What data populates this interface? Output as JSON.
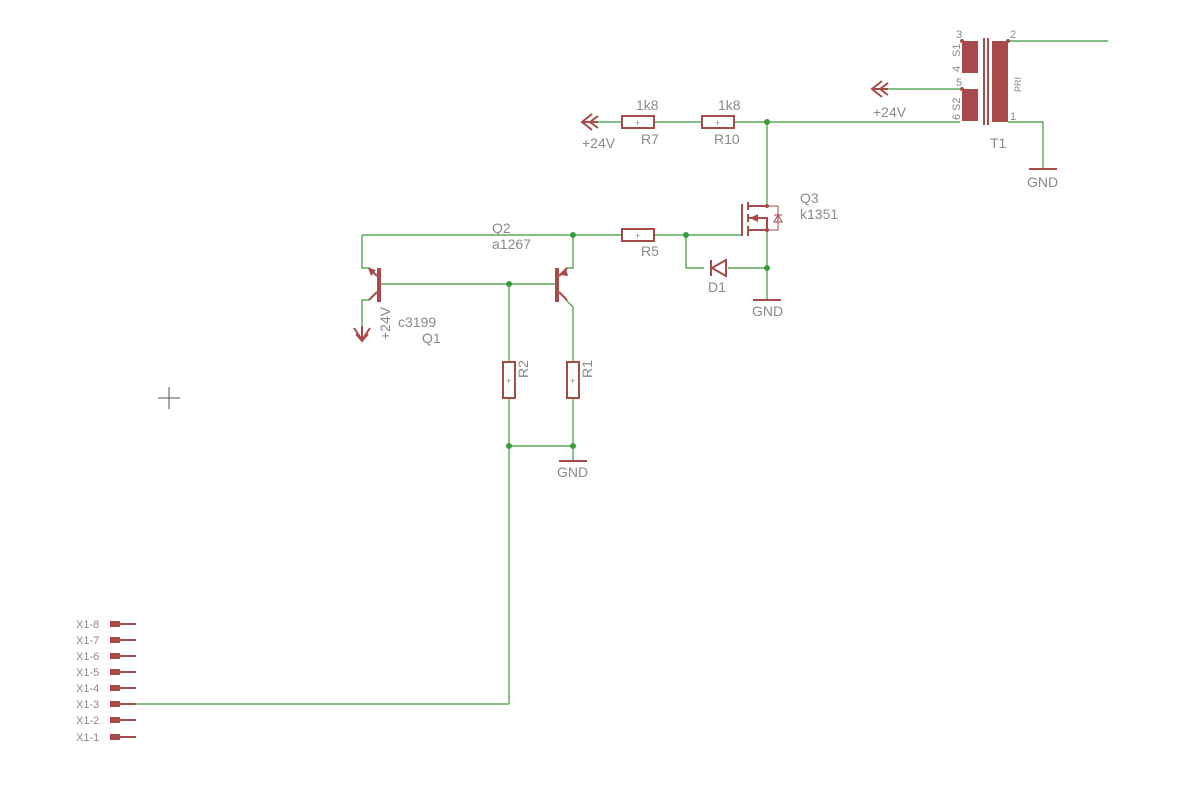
{
  "labels": {
    "r7_value": "1k8",
    "r7_name": "R7",
    "r10_value": "1k8",
    "r10_name": "R10",
    "supply_left": "+24V",
    "supply_top": "+24V",
    "t1_name": "T1",
    "t1_pri": "PRI",
    "t1_s1": "S1",
    "t1_s2": "S2",
    "t1_pin3": "3",
    "t1_pin4": "4",
    "t1_pin5": "5",
    "t1_pin6": "6",
    "t1_pin2": "2",
    "t1_pin1": "1",
    "gnd_t1": "GND",
    "q3_name": "Q3",
    "q3_value": "k1351",
    "q2_name": "Q2",
    "q2_value": "a1267",
    "r5_name": "R5",
    "d1_name": "D1",
    "gnd_q3": "GND",
    "q1_value": "c3199",
    "q1_name": "Q1",
    "supply_q1": "+24V",
    "r2_name": "R2",
    "r1_name": "R1",
    "gnd_r": "GND"
  },
  "connector": {
    "pins": [
      "X1-8",
      "X1-7",
      "X1-6",
      "X1-5",
      "X1-4",
      "X1-3",
      "X1-2",
      "X1-1"
    ]
  },
  "colors": {
    "wire": "#3b9b3b",
    "part": "#a94a4a",
    "text": "#8a8a8a"
  }
}
